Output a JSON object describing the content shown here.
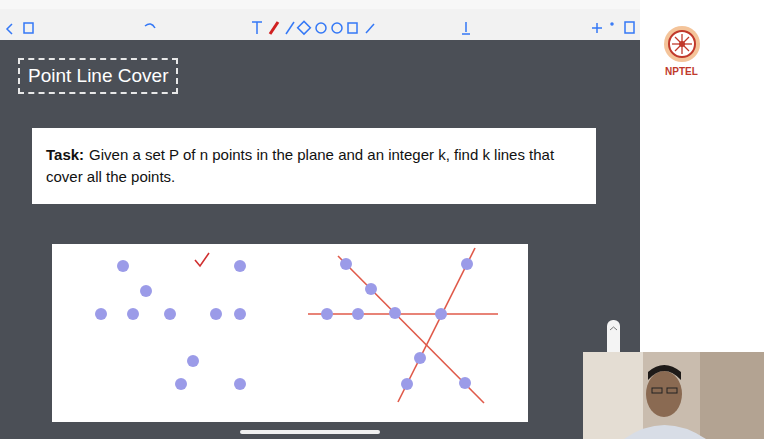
{
  "diagram": {
    "title": "Point Line Cover",
    "nodes": [
      {
        "text": [
          "Task:",
          "Given a set P of n points in the plane and an integer k, find k lines that cover all the points."
        ]
      }
    ],
    "labels": [
      "NPTEL"
    ]
  }
}
